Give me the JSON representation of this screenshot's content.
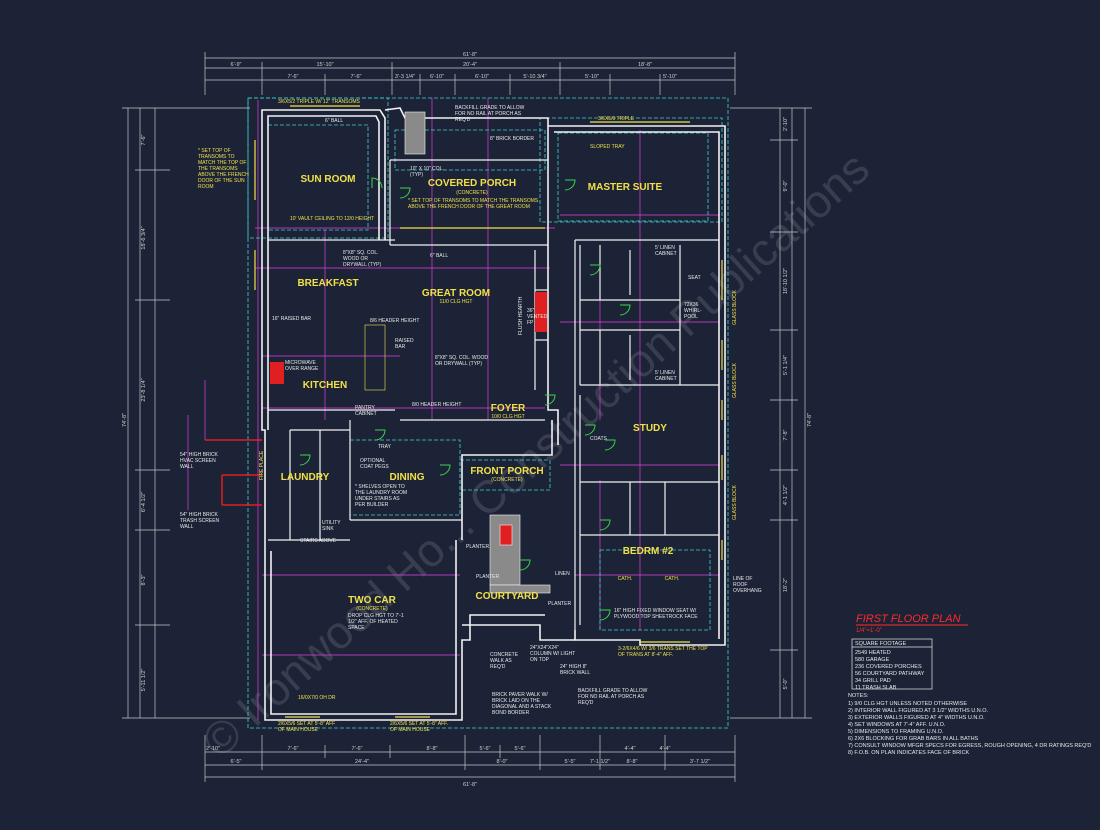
{
  "title": "FIRST FLOOR PLAN",
  "scale": "1/4\"=1'-0\"",
  "colors": {
    "background": "#1c2336",
    "wall": "#f2f2f2",
    "label": "#f0e14a",
    "magenta": "#e040e0",
    "cyan": "#3fd0d0",
    "green": "#39d44a",
    "red": "#e02020",
    "title_red": "#ff2b2b"
  },
  "rooms": {
    "sun_room": "SUN ROOM",
    "covered_porch": "COVERED PORCH",
    "covered_porch_sub": "(CONCRETE)",
    "master_suite": "MASTER SUITE",
    "breakfast": "BREAKFAST",
    "great_room": "GREAT ROOM",
    "great_room_sub": "11/0 CLG HGT",
    "kitchen": "KITCHEN",
    "foyer": "FOYER",
    "foyer_sub": "10/0 CLG HGT",
    "study": "STUDY",
    "dining": "DINING",
    "laundry": "LAUNDRY",
    "front_porch": "FRONT PORCH",
    "front_porch_sub": "(CONCRETE)",
    "two_car": "TWO CAR",
    "two_car_sub": "(CONCRETE)",
    "courtyard": "COURTYARD",
    "bedrm2": "BEDRM #2",
    "cath1": "CATH.",
    "cath2": "CATH."
  },
  "notes": {
    "sun_transom": "* SET TOP OF TRANSOMS TO MATCH THE TOP OF THE TRANSOMS ABOVE THE FRENCH DOOR OF THE SUN ROOM",
    "porch_transom": "* SET TOP OF TRANSOMS TO MATCH THE TRANSOMS ABOVE THE FRENCH DOOR OF THE GREAT ROOM",
    "backfill_top": "BACKFILL GRADE TO ALLOW FOR NO RAIL AT PORCH AS REQ'D",
    "brick_border": "8\" BRICK BORDER",
    "ball_sun": "6\" BALL",
    "ball_porch": "6\" BALL",
    "sloped_tray": "SLOPED TRAY",
    "vault": "10' VAULT CEILING TO 12/0 HEIGHT",
    "col_porch": "10\" X 10\" COL. (TYP)",
    "triple_transom": "3/6X5/2 TRIPLE W/ 12\" TRANSOMS",
    "triple_master": "3/6X5/0 TRIPLE",
    "sq_col": "8\"X8\" SQ. COL. WOOD OR DRYWALL (TYP)",
    "raised_bar": "16\" RAISED BAR",
    "header_86": "8/6 HEADER HEIGHT",
    "raised_bar2": "RAISED BAR",
    "microwave": "MICROWAVE OVER RANGE",
    "sq_col2": "8\"X8\" SQ. COL. WOOD OR DRYWALL (TYP)",
    "header_80": "8/0 HEADER HEIGHT",
    "pantry": "PANTRY CABINET",
    "vented_fp": "36\" VENTED FP",
    "flush_hearth": "FLUSH HEARTH",
    "linen1": "5' LINEN CABINET",
    "seat": "SEAT",
    "whirlpool": "72X36 WHIRL-POOL",
    "linen2": "5' LINEN CABINET",
    "coats": "COATS",
    "tray": "TRAY",
    "optional_coat": "OPTIONAL COAT PEGS",
    "shelves_open": "* SHELVES OPEN TO THE LAUNDRY ROOM UNDER STAIRS AS PER BUILDER",
    "hvac_wall": "54\" HIGH BRICK HVAC SCREEN WALL",
    "trash_wall": "54\" HIGH BRICK TRASH SCREEN WALL",
    "utility_sink": "UTILITY SINK",
    "stairs_above": "STAIRS ABOVE",
    "drop_clg": "DROP CLG HGT TO 7'-1 1/2\" AFF. OF HEATED SPACE",
    "garage_door": "16/0X7/0 OH DR",
    "set_at_1": "2/6X5/6 SET AT 5'-8\" AFF OF MAIN HOUSE",
    "set_at_2": "2/6X5/6 SET AT 5'-8\" AFF. OF MAIN HOUSE",
    "planter1": "PLANTER",
    "planter2": "PLANTER",
    "planter3": "PLANTER",
    "concrete_walk": "CONCRETE WALK AS REQ'D",
    "column_light": "24\"X24\"X24\" COLUMN W/ LIGHT ON TOP",
    "brick_wall": "24\" HIGH 8\" BRICK WALL",
    "brick_paver": "BRICK PAVER WALK W/ BRICK LAID ON THE DIAGONAL AND A STACK BOND BORDER",
    "backfill_bottom": "BACKFILL GRADE TO ALLOW FOR NO RAIL AT PORCH AS REQ'D",
    "fixed_window": "16\" HIGH FIXED WINDOW SEAT W/ PLYWOOD TOP SHEETROCK FACE",
    "trans_set": "3-2/6X4/6 W/ 3/6 TRANS SET THE TOP OF TRANS AT 8'-4\" AFF.",
    "line_roof": "LINE OF ROOF OVERHANG",
    "glass_block1": "GLASS BLOCK",
    "glass_block2": "GLASS BLOCK",
    "glass_block3": "GLASS BLOCK",
    "fire_place": "FIRE PLACE",
    "linen": "LINEN"
  },
  "square_footage": {
    "header": "SQUARE FOOTAGE",
    "rows": [
      "2549 HEATED",
      "580 GARAGE",
      "236 COVERED PORCHES",
      "56 COURTYARD PATHWAY",
      "34 GRILL PAD",
      "11 TRASH SLAB"
    ]
  },
  "plan_notes": {
    "header": "NOTES:",
    "items": [
      "1) 9/0 CLG HGT UNLESS NOTED OTHERWISE",
      "2) INTERIOR WALL FIGURED AT 3 1/2\" WIDTHS U.N.O.",
      "3) EXTERIOR WALLS FIGURED AT 4\" WIDTHS U.N.O.",
      "4) SET WINDOWS AT 7'-4\" AFF. U.N.O.",
      "5) DIMENSIONS TO FRAMING U.N.O.",
      "6) 2X6 BLOCKING FOR GRAB BARS IN ALL BATHS",
      "7) CONSULT WINDOW MFGR SPECS FOR EGRESS, ROUGH OPENING, 4 DR RATINGS REQ'D",
      "8) F.O.B. ON PLAN INDICATES FACE OF BRICK"
    ]
  },
  "dims_top": {
    "overall": "61'-8\"",
    "row1": [
      "6'-9\"",
      "15'-10\"",
      "20'-4\"",
      "18'-8\""
    ],
    "row2": [
      "7'-6\"",
      "7'-6\"",
      "3'-3 1/4\"",
      "6'-10\"",
      "6'-10\"",
      "5'-10 3/4\"",
      "5'-10\"",
      "5'-10\""
    ]
  },
  "dims_bottom": {
    "overall": "61'-8\"",
    "row1": [
      "6'-5\"",
      "24'-4\"",
      "8'-0\"",
      "5'-5\"",
      "7'-1 1/2\"",
      "8'-8\"",
      "3'-7 1/2\""
    ],
    "row2": [
      "2'-10\"",
      "7'-6\"",
      "7'-6\"",
      "8'-8\"",
      "5'-6\"",
      "5'-6\"",
      "4'-4\"",
      "4'-4\""
    ]
  },
  "dims_left": {
    "overall": "74'-8\"",
    "segments": [
      "7'-6\"",
      "18'-6 3/4\"",
      "23'-8 1/4\"",
      "6'-4 1/2\"",
      "8'-3\"",
      "5'-11 1/2\""
    ]
  },
  "dims_right": {
    "overall": "74'-8\"",
    "segments": [
      "2'-10\"",
      "9'-0\"",
      "18'-10 1/2\"",
      "5'-1 1/4\"",
      "7'-8\"",
      "4'-1 1/2\"",
      "18'-2\"",
      "5'-0\""
    ]
  },
  "watermark": "© Ironwood Ho... Construction Publications"
}
